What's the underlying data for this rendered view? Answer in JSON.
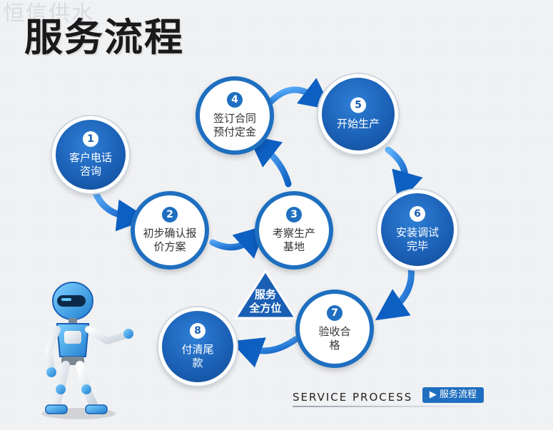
{
  "watermark": "恒信供水",
  "title": "服务流程",
  "steps": [
    {
      "num": "1",
      "label": "客户电话\n咨询"
    },
    {
      "num": "2",
      "label": "初步确认报\n价方案"
    },
    {
      "num": "3",
      "label": "考察生产\n基地"
    },
    {
      "num": "4",
      "label": "签订合同\n预付定金"
    },
    {
      "num": "5",
      "label": "开始生产"
    },
    {
      "num": "6",
      "label": "安装调试\n完毕"
    },
    {
      "num": "7",
      "label": "验收合\n格"
    },
    {
      "num": "8",
      "label": "付清尾\n款"
    }
  ],
  "center_badge": "服务\n全方位",
  "footer": {
    "english": "SERVICE PROCESS",
    "tag": "▶ 服务流程"
  },
  "colors": {
    "accent": "#1f6fc0",
    "dark_blue": "#12498f"
  }
}
